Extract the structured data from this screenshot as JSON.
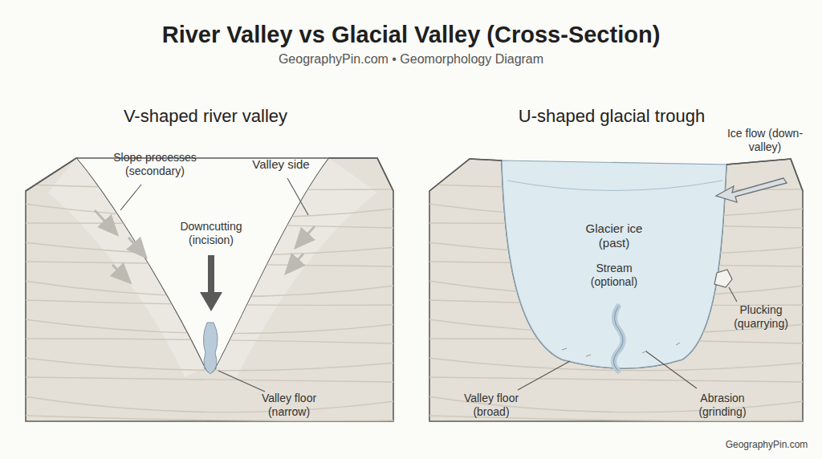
{
  "diagram": {
    "title": "River Valley vs Glacial Valley (Cross-Section)",
    "labels": [
      "GeographyPin.com • Geomorphology Diagram",
      "V-shaped river valley",
      "U-shaped glacial trough",
      "Slope processes (secondary)",
      "Valley side",
      "Downcutting (incision)",
      "Valley floor (narrow)",
      "Glacier ice (past)",
      "Stream (optional)",
      "Ice flow (down-valley)",
      "Plucking (quarrying)",
      "Valley floor (broad)",
      "Abrasion (grinding)",
      "GeographyPin.com"
    ]
  }
}
